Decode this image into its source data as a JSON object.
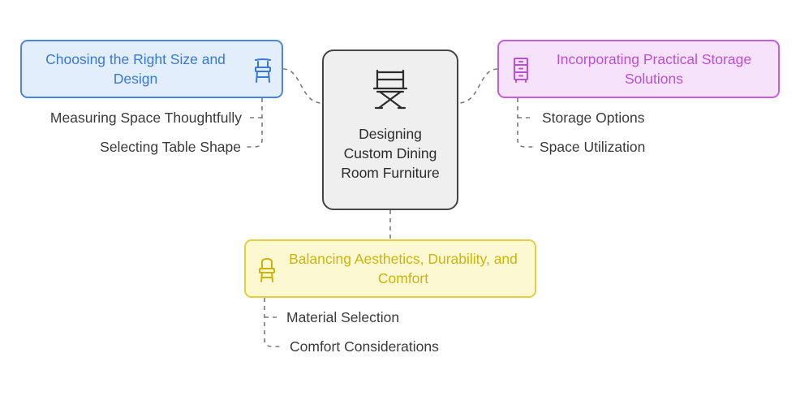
{
  "center": {
    "title": "Designing Custom Dining Room Furniture",
    "icon": "directors-chair-icon"
  },
  "branches": {
    "size_design": {
      "title": "Choosing the Right Size and Design",
      "icon": "bar-stool-icon",
      "color": "#4b86de",
      "items": [
        "Measuring Space Thoughtfully",
        "Selecting Table Shape"
      ]
    },
    "storage": {
      "title": "Incorporating Practical Storage Solutions",
      "icon": "dresser-icon",
      "color": "#c65ddd",
      "items": [
        "Storage Options",
        "Space Utilization"
      ]
    },
    "aesthetics": {
      "title": "Balancing Aesthetics, Durability, and Comfort",
      "icon": "chair-icon",
      "color": "#e2d13c",
      "items": [
        "Material Selection",
        "Comfort Considerations"
      ]
    }
  }
}
